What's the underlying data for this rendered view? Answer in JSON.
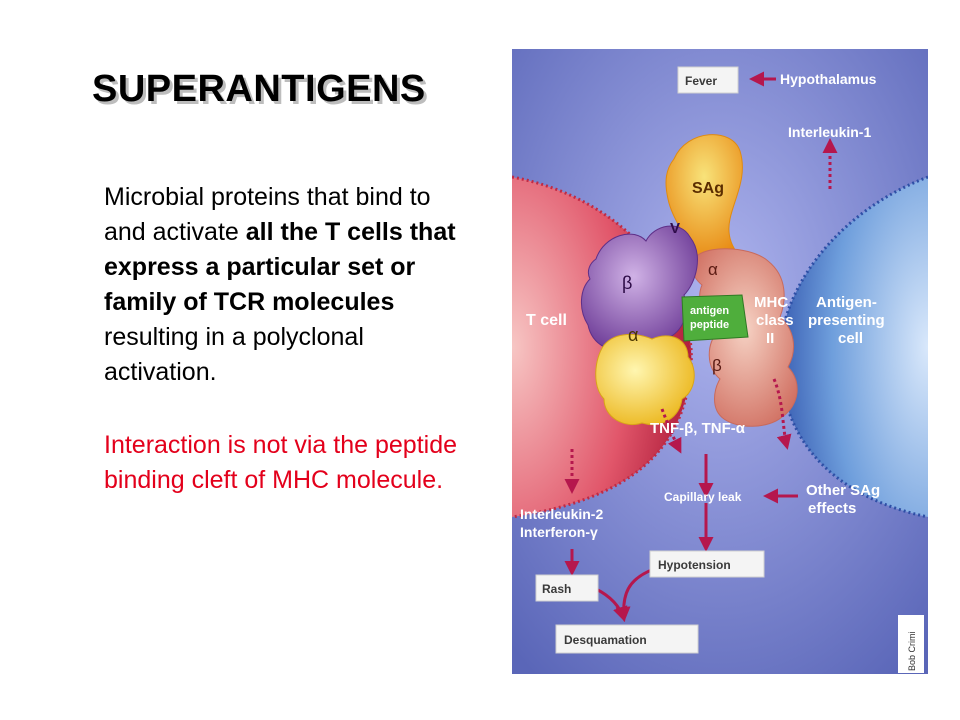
{
  "slide": {
    "title": "SUPERANTIGENS",
    "definition": {
      "intro": "Microbial proteins that bind to and activate ",
      "emphasis": "all the T cells that express a particular set or family of TCR molecules",
      "rest": " resulting in a polyclonal activation."
    },
    "note": "Interaction is not via the peptide binding cleft of MHC molecule."
  },
  "figure": {
    "labels": {
      "fever": "Fever",
      "hypothalamus": "Hypothalamus",
      "interleukin1": "Interleukin-1",
      "sag": "SAg",
      "v": "V",
      "tcr_beta": "β",
      "tcr_alpha": "α",
      "t_cell": "T cell",
      "antigen_peptide_1": "antigen",
      "antigen_peptide_2": "peptide",
      "mhc_1": "MHC",
      "mhc_2": "class",
      "mhc_3": "II",
      "mhc_alpha": "α",
      "mhc_beta": "β",
      "apc_1": "Antigen-",
      "apc_2": "presenting",
      "apc_3": "cell",
      "tnf": "TNF-β, TNF-α",
      "capillary_leak": "Capillary leak",
      "other_sag_1": "Other SAg",
      "other_sag_2": "effects",
      "il2": "Interleukin-2",
      "ifn": "Interferon-γ",
      "hypotension": "Hypotension",
      "rash": "Rash",
      "desquamation": "Desquamation",
      "credit": "Bob Crimi"
    },
    "colors": {
      "background": "#6d79c4",
      "arrow": "#b5174d",
      "t_cell": "#d63a4a",
      "apc": "#5b8ed8",
      "sag": "#f0a820",
      "tcr_beta": "#8a54b0",
      "tcr_alpha": "#f2cc32",
      "mhc": "#d97a68",
      "peptide": "#4fae3c",
      "label_box": "#f4f4f4"
    }
  }
}
